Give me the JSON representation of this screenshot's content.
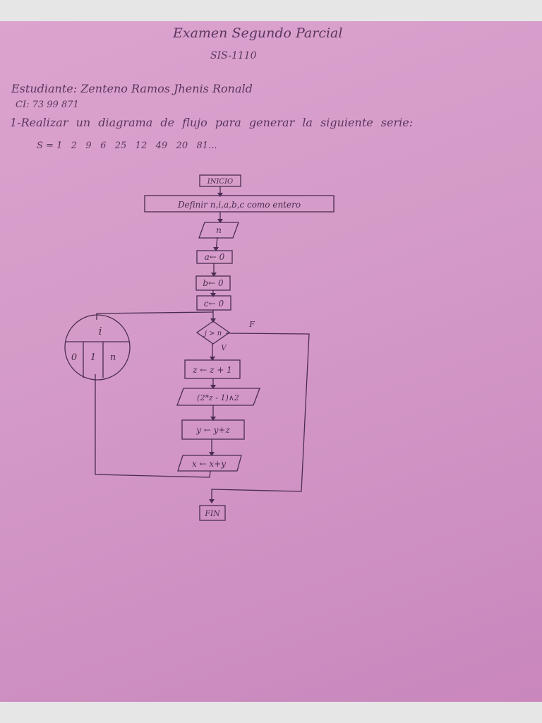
{
  "header": {
    "title": "Examen Segundo Parcial",
    "course_code": "SIS-1110",
    "student_line": "Estudiante: Zenteno Ramos Jhenis Ronald",
    "ci_line": "CI: 73 99 871",
    "question": "1-Realizar un diagrama de flujo para generar la siguiente serie:",
    "series": "S = 1   2   9   6   25   12   49   20   81..."
  },
  "flowchart": {
    "start": "INICIO",
    "define": "Definir n,i,a,b,c como entero",
    "input": "n",
    "assign_a": "a← 0",
    "assign_b": "b← 0",
    "assign_c": "c← 0",
    "loop_var": "i",
    "loop_start": "0",
    "loop_step": "1",
    "loop_end": "n",
    "decision": "j > n",
    "false_label": "F",
    "true_label": "V",
    "step1": "z ← z + 1",
    "output1": "(2*z - 1)∧2",
    "step2": "y ← y+z",
    "output2": "x ← x+y",
    "end": "FIN"
  },
  "colors": {
    "paper": "#d59bc8",
    "ink": "#4a2c50",
    "margin": "#e4e4e4"
  }
}
